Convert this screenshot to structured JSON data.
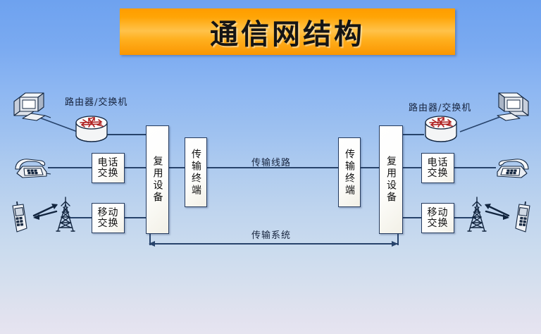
{
  "title": {
    "text": "通信网结构",
    "banner_color": "#ffa405"
  },
  "background": {
    "top_color": "#6ea2ef",
    "bottom_color": "#e6e4f0"
  },
  "diagram": {
    "line_color": "#27436b",
    "labels": {
      "router_left": "路由器/交换机",
      "router_right": "路由器/交换机",
      "transmission_line": "传输线路",
      "transmission_system": "传输系统"
    },
    "boxes": {
      "left": [
        {
          "name": "telephone-switch",
          "text": "电话交换",
          "line1": "电话",
          "line2": "交换"
        },
        {
          "name": "mobile-switch",
          "text": "移动交换",
          "line1": "移动",
          "line2": "交换"
        },
        {
          "name": "multiplex-equipment",
          "text": "复用设备"
        },
        {
          "name": "transmission-terminal",
          "text": "传输终端"
        }
      ],
      "right": [
        {
          "name": "transmission-terminal",
          "text": "传输终端"
        },
        {
          "name": "multiplex-equipment",
          "text": "复用设备"
        },
        {
          "name": "telephone-switch",
          "text": "电话交换",
          "line1": "电话",
          "line2": "交换"
        },
        {
          "name": "mobile-switch",
          "text": "移动交换",
          "line1": "移动",
          "line2": "交换"
        }
      ]
    },
    "icons": [
      {
        "name": "computer-icon",
        "side": "left"
      },
      {
        "name": "router-icon",
        "side": "left"
      },
      {
        "name": "telephone-icon",
        "side": "left"
      },
      {
        "name": "mobile-phone-icon",
        "side": "left"
      },
      {
        "name": "antenna-tower-icon",
        "side": "left"
      },
      {
        "name": "computer-icon",
        "side": "right"
      },
      {
        "name": "router-icon",
        "side": "right"
      },
      {
        "name": "telephone-icon",
        "side": "right"
      },
      {
        "name": "mobile-phone-icon",
        "side": "right"
      },
      {
        "name": "antenna-tower-icon",
        "side": "right"
      }
    ]
  }
}
